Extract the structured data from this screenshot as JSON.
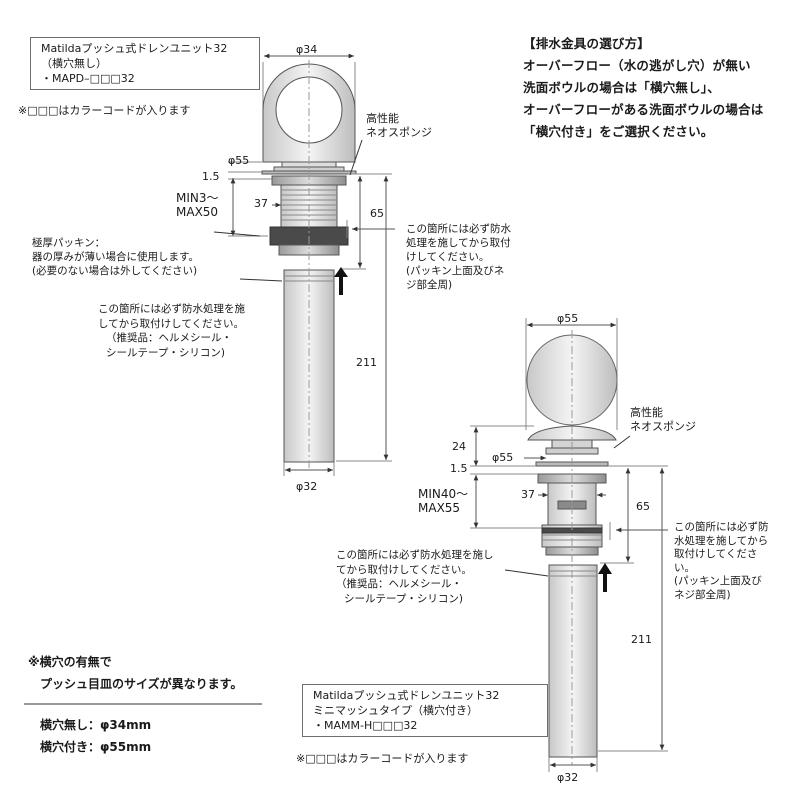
{
  "product_a": {
    "title": "Matildaプッシュ式ドレンユニット32",
    "subtitle": "（横穴無し）",
    "code": "・MAPD–□□□32",
    "color_note": "※□□□はカラーコードが入ります"
  },
  "product_b": {
    "title": "Matildaプッシュ式ドレンユニット32",
    "subtitle": "ミニマッシュタイプ（横穴付き）",
    "code": "・MAMM-H□□□32",
    "color_note": "※□□□はカラーコードが入ります"
  },
  "guide": {
    "heading": "【排水金具の選び方】",
    "lines": [
      "オーバーフロー（水の逃がし穴）が無い",
      "洗面ボウルの場合は「横穴無し」、",
      "オーバーフローがある洗面ボウルの場合は",
      "「横穴付き」をご選択ください。"
    ]
  },
  "diagram_a": {
    "dim_cap": "φ34",
    "sponge": [
      "高性能",
      "ネオスポンジ"
    ],
    "dim_flange": "φ55",
    "dim_thk": "1.5",
    "range": [
      "MIN3～",
      "MAX50"
    ],
    "dim_thread": "37",
    "dim_65": "65",
    "dim_211": "211",
    "dim_pipe": "φ32",
    "packing": [
      "極厚パッキン：",
      "器の厚みが薄い場合に使用します。",
      "(必要のない場合は外してください)"
    ],
    "waterproof_right": [
      "この箇所には必ず防水",
      "処理を施してから取付",
      "けしてください。",
      "(パッキン上面及びネ",
      "ジ部全周)"
    ],
    "waterproof_left": [
      "この箇所には必ず防水処理を施",
      "してから取付けしてください。",
      "（推奨品：ヘルメシール・",
      "シールテープ・シリコン)"
    ]
  },
  "diagram_b": {
    "dim_cap": "φ55",
    "sponge": [
      "高性能",
      "ネオスポンジ"
    ],
    "dim_24": "24",
    "dim_flange": "φ55",
    "dim_thk": "1.5",
    "range": [
      "MIN40～",
      "MAX55"
    ],
    "dim_thread": "37",
    "dim_65": "65",
    "dim_211": "211",
    "dim_pipe": "φ32",
    "waterproof_right": [
      "この箇所には必ず防",
      "水処理を施してから",
      "取付けしてくださ",
      "い。",
      "(パッキン上面及び",
      "ネジ部全周)"
    ],
    "waterproof_left": [
      "この箇所には必ず防水処理を施し",
      "てから取付けしてください。",
      "（推奨品：ヘルメシール・",
      "シールテープ・シリコン)"
    ]
  },
  "side_hole_note": {
    "line1": "※横穴の有無で",
    "line2": "プッシュ目皿のサイズが異なります。",
    "row1": "横穴無し：φ34mm",
    "row2": "横穴付き：φ55mm"
  }
}
